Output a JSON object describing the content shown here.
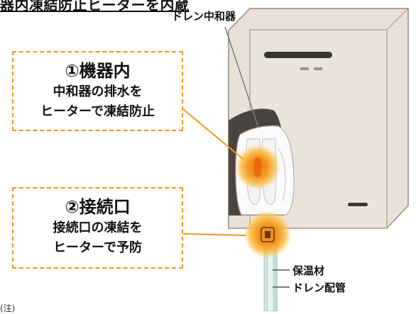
{
  "header": {
    "title_fragment": "器内凍結防止ヒーターを内蔵"
  },
  "labels": {
    "drain_neutralizer": "ドレン中和器",
    "insulation": "保温材",
    "drain_pipe": "ドレン配管"
  },
  "callouts": [
    {
      "head": "①機器内",
      "line1": "中和器の排水を",
      "line2": "ヒーターで凍結防止"
    },
    {
      "head": "②接続口",
      "line1": "接続口の凍結を",
      "line2": "ヒーターで予防"
    }
  ],
  "colors": {
    "callout_border": "#f0961e",
    "leader_line": "#f0961e",
    "unit_body": "#e9e1d8"
  },
  "bottom_fragment": "(注)"
}
